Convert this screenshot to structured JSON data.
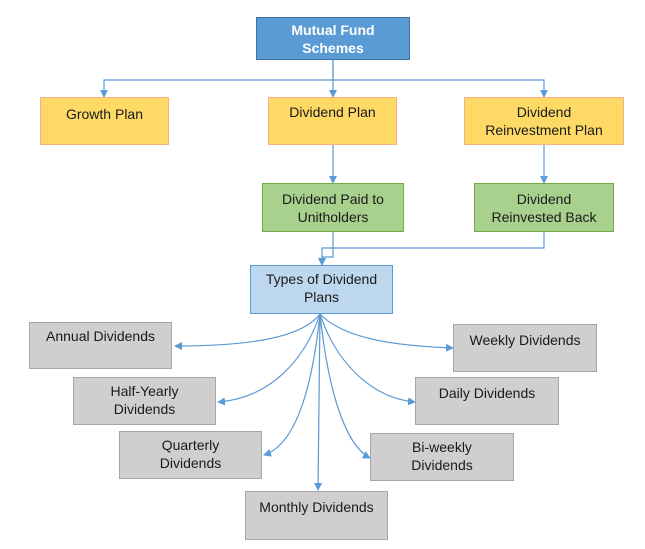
{
  "diagram": {
    "root": "Mutual Fund\nSchemes",
    "growth_plan": "Growth Plan",
    "dividend_plan": "Dividend Plan",
    "dividend_reinvestment_plan": "Dividend\nReinvestment Plan",
    "dividend_paid": "Dividend Paid to\nUnitholders",
    "dividend_reinvested": "Dividend\nReinvested Back",
    "types_of_dividend_plans": "Types of Dividend\nPlans",
    "annual": "Annual Dividends",
    "half_yearly": "Half-Yearly\nDividends",
    "quarterly": "Quarterly\nDividends",
    "monthly": "Monthly Dividends",
    "weekly": "Weekly Dividends",
    "daily": "Daily Dividends",
    "biweekly": "Bi-weekly\nDividends"
  },
  "colors": {
    "edge": "#5b9bd5",
    "root_fill": "#5b9bd5",
    "plan_fill": "#ffd966",
    "result_fill": "#a9d18e",
    "types_fill": "#bdd7ee",
    "leaf_fill": "#d0cece"
  }
}
